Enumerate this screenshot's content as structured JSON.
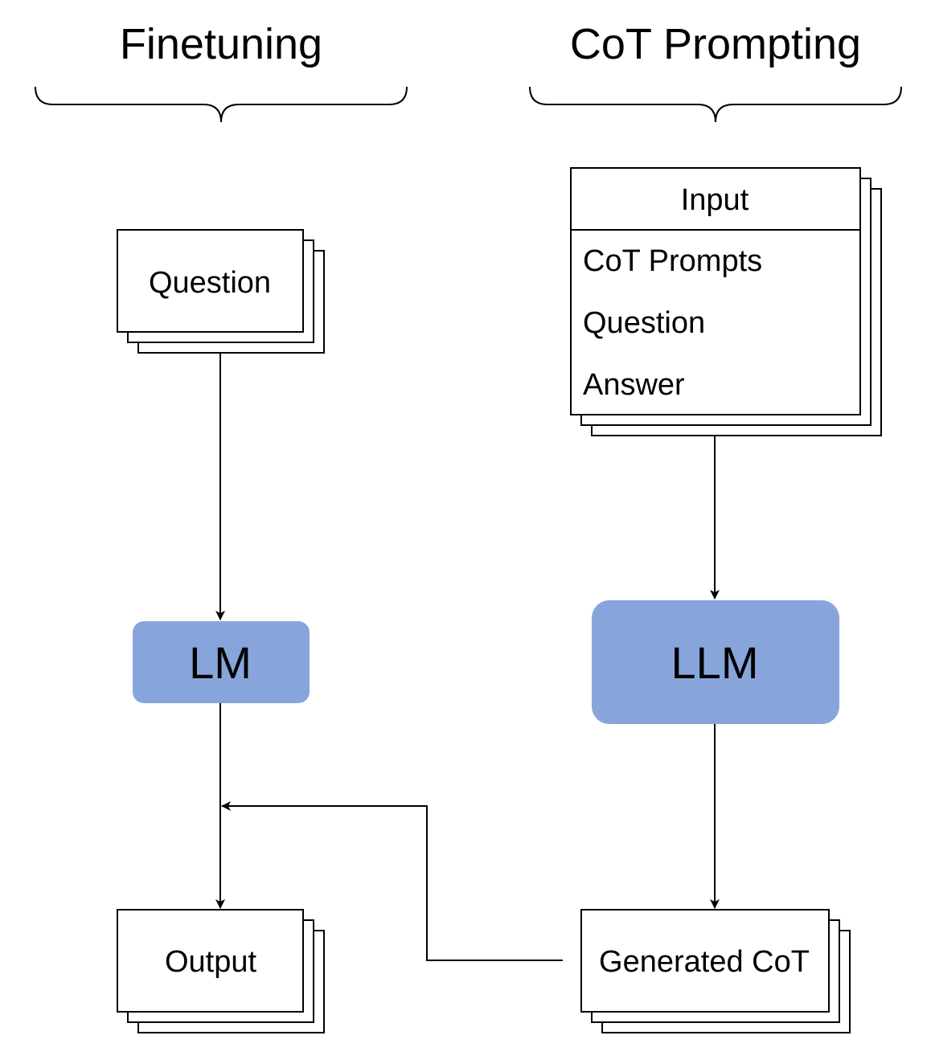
{
  "headings": {
    "finetuning": "Finetuning",
    "cot_prompting": "CoT Prompting"
  },
  "finetuning": {
    "question": "Question",
    "model": "LM",
    "output": "Output"
  },
  "cot": {
    "input_header": "Input",
    "input_items": [
      "CoT Prompts",
      "Question",
      "Answer"
    ],
    "model": "LLM",
    "generated": "Generated CoT"
  },
  "colors": {
    "model_fill": "#87A5DA",
    "stroke": "#000000",
    "background": "#FFFFFF"
  }
}
